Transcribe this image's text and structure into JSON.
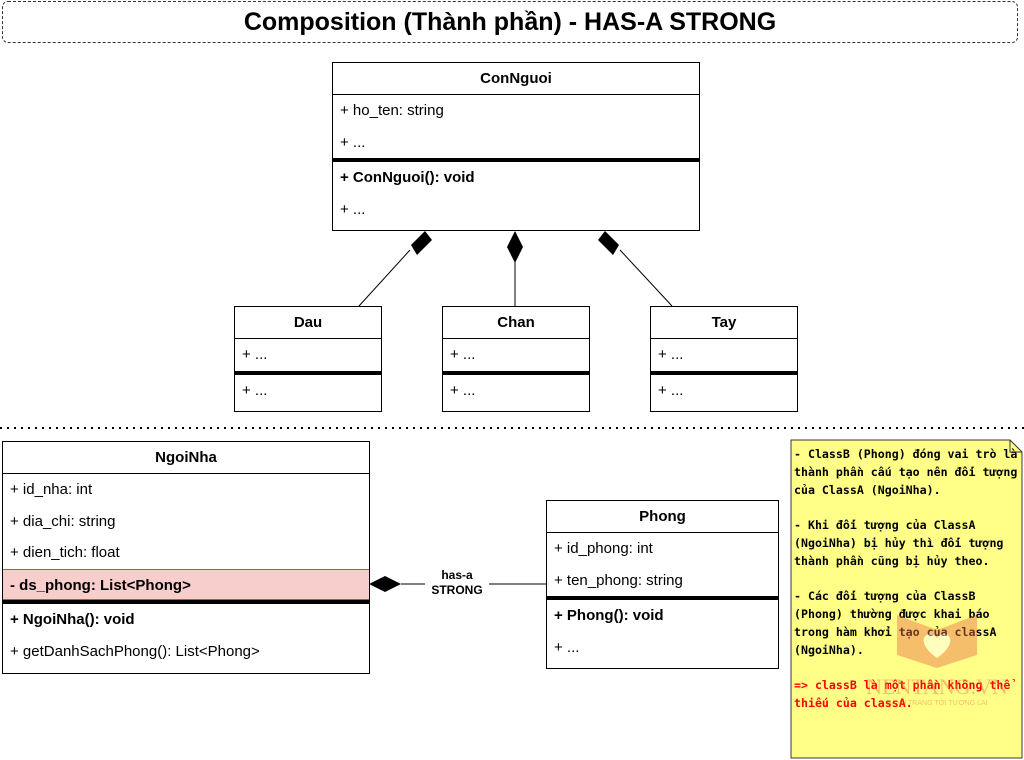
{
  "title": "Composition (Thành phần) - HAS-A STRONG",
  "con_nguoi": {
    "name": "ConNguoi",
    "attrs": [
      "+ ho_ten: string",
      "+ ..."
    ],
    "methods": [
      "+ ConNguoi(): void",
      "+ ..."
    ]
  },
  "parts": [
    {
      "name": "Dau",
      "attr": "+ ...",
      "method": "+ ..."
    },
    {
      "name": "Chan",
      "attr": "+ ...",
      "method": "+ ..."
    },
    {
      "name": "Tay",
      "attr": "+ ...",
      "method": "+ ..."
    }
  ],
  "ngoi_nha": {
    "name": "NgoiNha",
    "attrs": [
      "+ id_nha: int",
      "+ dia_chi: string",
      "+ dien_tich: float",
      "- ds_phong: List<Phong>"
    ],
    "methods": [
      "+ NgoiNha(): void",
      "+ getDanhSachPhong(): List<Phong>"
    ]
  },
  "phong": {
    "name": "Phong",
    "attrs": [
      "+ id_phong: int",
      "+ ten_phong: string"
    ],
    "methods": [
      "+ Phong(): void",
      "+ ..."
    ]
  },
  "relation_label": [
    "has-a",
    "STRONG"
  ],
  "note": {
    "p1": "- ClassB (Phong) đóng vai trò là thành phần cấu tạo nên đối tượng của ClassA (NgoiNha).",
    "p2": "- Khi đối tượng của ClassA (NgoiNha) bị hủy thì đối tượng thành phần cũng bị hủy theo.",
    "p3": "- Các đối tượng của ClassB (Phong) thường được khai báo trong hàm khởi tạo của classA (NgoiNha).",
    "p4": "=> classB là một phần không thể thiếu của classA.",
    "bg": "#ffff88"
  },
  "watermark": {
    "title": "NENTANG.VN",
    "subtitle": "HÀNH TRANG TỚI TƯƠNG LAI"
  },
  "colors": {
    "highlight": "#f8cecc",
    "note_emphasis": "#ff0000"
  }
}
